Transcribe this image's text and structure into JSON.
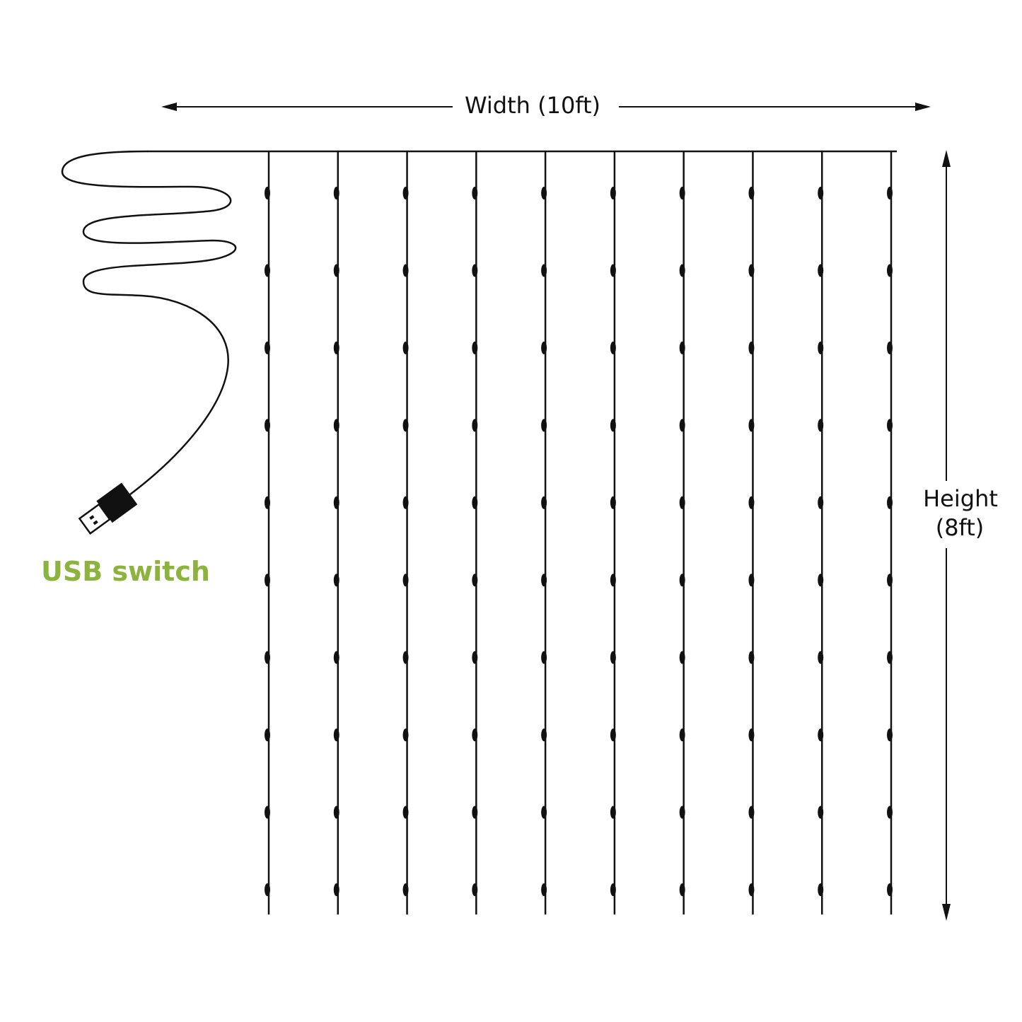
{
  "diagram": {
    "width_label": "Width (10ft)",
    "height_label_line1": "Height",
    "height_label_line2": "(8ft)",
    "usb_label": "USB switch",
    "strand_count": 10,
    "bulbs_per_strand": 10,
    "colors": {
      "line": "#111111",
      "usb_label": "#8db33f",
      "connector": "#111111"
    },
    "icons": [
      "usb-plug-icon"
    ]
  }
}
